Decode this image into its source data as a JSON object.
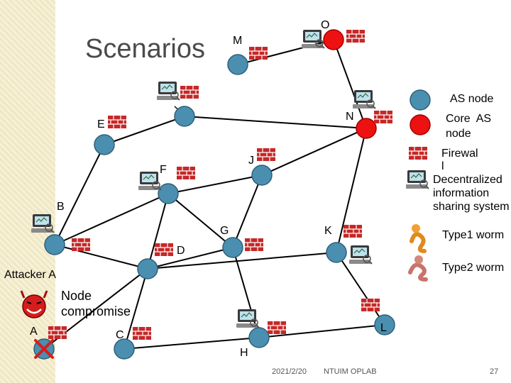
{
  "title": "Scenarios",
  "nodes": {
    "O": "O",
    "M": "M",
    "N": "N",
    "E": "E",
    "J": "J",
    "F": "F",
    "B": "B",
    "G": "G",
    "K": "K",
    "D": "D",
    "L": "L",
    "C": "C",
    "H": "H"
  },
  "attacker_label": "Attacker A",
  "node_compromise": "Node\ncompromise",
  "a_label": "A",
  "legend": {
    "as_node": "AS node",
    "core_as_node": "Core  AS\nnode",
    "firewall": "Firewal\nl",
    "info_sharing": "Decentralized\ninformation\nsharing system",
    "type1": "Type1 worm",
    "type2": "Type2 worm"
  },
  "colors": {
    "as_node": "#4a8fb0",
    "core_node": "#ee1111",
    "firewall": "#c62828"
  },
  "footer": {
    "date": "2021/2/20",
    "org": "NTUIM OPLAB",
    "page": "27"
  }
}
